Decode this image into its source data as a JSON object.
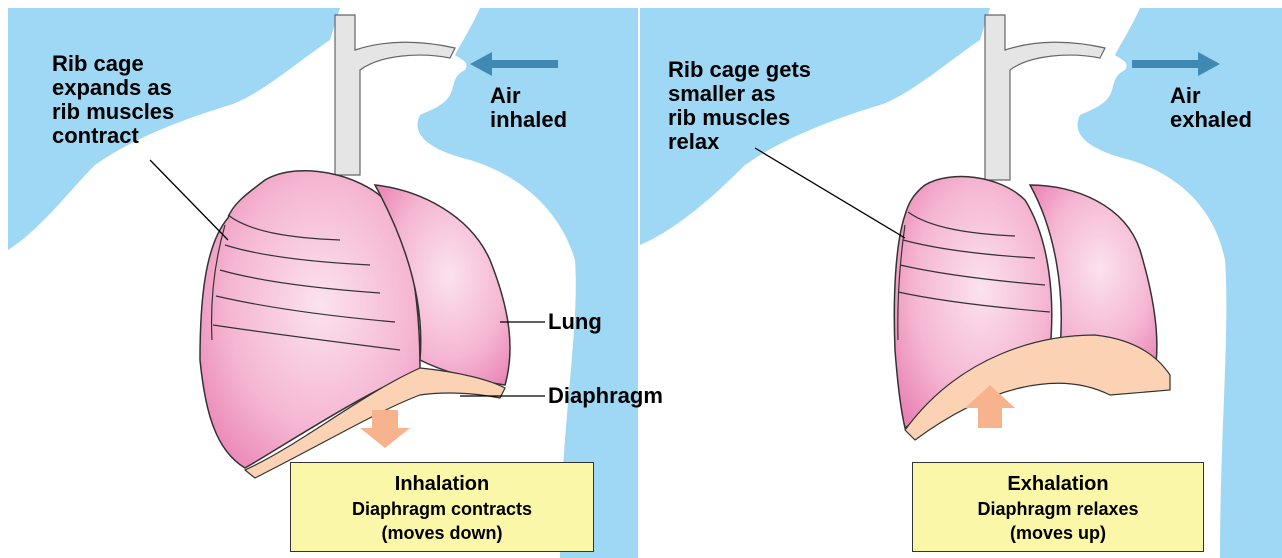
{
  "left_panel": {
    "rib_label": "Rib cage\nexpands as\nrib muscles\ncontract",
    "air_label": "Air\ninhaled",
    "lung_label": "Lung",
    "diaphragm_label": "Diaphragm",
    "caption_title": "Inhalation",
    "caption_line1": "Diaphragm contracts",
    "caption_line2": "(moves down)"
  },
  "right_panel": {
    "rib_label": "Rib cage gets\nsmaller as\nrib muscles\nrelax",
    "air_label": "Air\nexhaled",
    "caption_title": "Exhalation",
    "caption_line1": "Diaphragm relaxes",
    "caption_line2": "(moves up)"
  },
  "colors": {
    "background": "#9fd8f5",
    "body": "#ffffff",
    "lung": "#f3a6c8",
    "diaphragm": "#fbd3b4",
    "airflow_arrow": "#3f89b3",
    "movement_arrow": "#f7b38d",
    "caption_fill": "#fbf7a8"
  }
}
